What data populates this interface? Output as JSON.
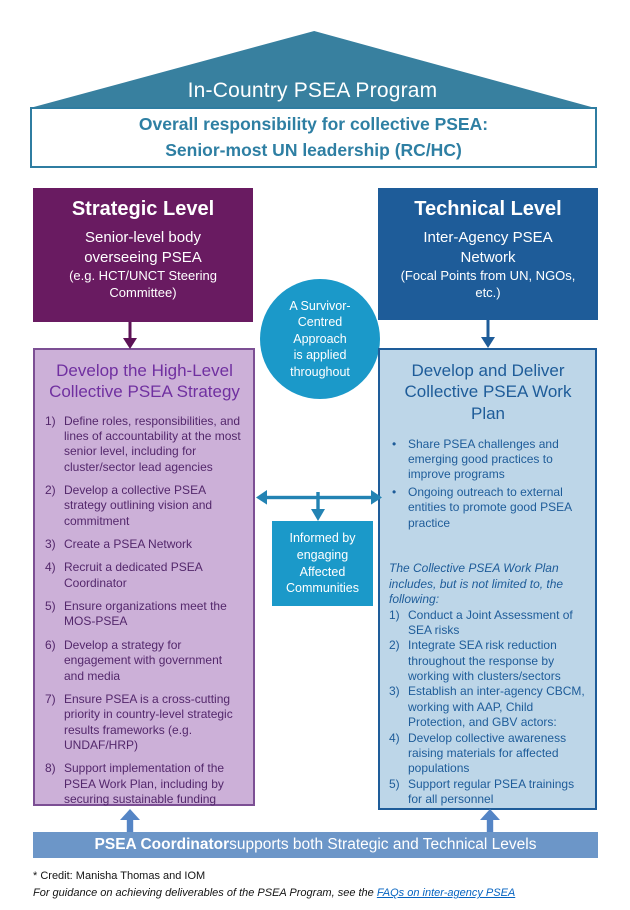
{
  "banner": {
    "title": "In-Country PSEA Program"
  },
  "responsibility_box": {
    "line1": "Overall responsibility for collective PSEA:",
    "line2": "Senior-most UN leadership (RC/HC)"
  },
  "strategic": {
    "title": "Strategic Level",
    "subtitle_lines": [
      "Senior-level body",
      "overseeing PSEA"
    ],
    "example_lines": [
      "(e.g. HCT/UNCT Steering",
      "Committee)"
    ]
  },
  "technical": {
    "title": "Technical Level",
    "subtitle_lines": [
      "Inter-Agency PSEA",
      "Network"
    ],
    "example_lines": [
      "(Focal Points from UN, NGOs,",
      "etc.)"
    ]
  },
  "survivor_circle": {
    "lines": [
      "A Survivor-",
      "Centred",
      "Approach",
      "is applied",
      "throughout"
    ]
  },
  "strategy_panel": {
    "title": "Develop the High-Level Collective PSEA Strategy",
    "items": [
      {
        "num": "1)",
        "text": "Define roles, responsibilities, and lines of accountability at the most senior level, including for cluster/sector lead agencies"
      },
      {
        "num": "2)",
        "text": "Develop a collective PSEA strategy outlining vision and commitment"
      },
      {
        "num": "3)",
        "text": "Create a PSEA Network"
      },
      {
        "num": "4)",
        "text": "Recruit a dedicated PSEA Coordinator"
      },
      {
        "num": "5)",
        "text": "Ensure organizations meet the MOS-PSEA"
      },
      {
        "num": "6)",
        "text": "Develop a strategy for engagement with government and media"
      },
      {
        "num": "7)",
        "text": "Ensure PSEA is a cross-cutting priority in country-level strategic results frameworks (e.g. UNDAF/HRP)"
      },
      {
        "num": "8)",
        "text": "Support implementation of the PSEA Work Plan, including by securing sustainable funding"
      }
    ]
  },
  "work_plan_panel": {
    "title": "Develop and Deliver Collective PSEA Work Plan",
    "bullet_char": "•",
    "bullets": [
      "Share PSEA challenges and emerging good practices to improve programs",
      "Ongoing outreach to external entities to promote good PSEA practice"
    ],
    "intro": "The Collective PSEA Work Plan includes, but is not limited to, the following:",
    "items": [
      {
        "num": "1)",
        "text": "Conduct a Joint Assessment of SEA risks"
      },
      {
        "num": "2)",
        "text": "Integrate SEA risk reduction throughout the response by working with clusters/sectors"
      },
      {
        "num": "3)",
        "text": "Establish an inter-agency CBCM, working with AAP, Child Protection, and GBV actors:"
      },
      {
        "num": "4)",
        "text": "Develop collective awareness raising materials for affected populations"
      },
      {
        "num": "5)",
        "text": "Support regular PSEA trainings for all personnel"
      }
    ]
  },
  "communities_box": {
    "lines": [
      "Informed by",
      "engaging",
      "Affected",
      "Communities"
    ]
  },
  "bottom_bar": {
    "bold": "PSEA Coordinator",
    "rest": " supports both Strategic and Technical Levels"
  },
  "footer": {
    "credit": "* Credit: Manisha Thomas and IOM",
    "guidance_prefix": "For guidance on achieving deliverables of the PSEA Program, see the ",
    "link_text": "FAQs on inter-agency PSEA"
  },
  "colors": {
    "roof_teal": "#38809f",
    "teal_text": "#2e7fa3",
    "strategic_purple": "#691b61",
    "light_purple": "#ccb0d8",
    "purple_text": "#7030a0",
    "technical_blue": "#1e5c99",
    "light_blue": "#bdd6e8",
    "cyan": "#1b99c9",
    "bar_blue": "#6c96c8",
    "link_blue": "#0563c1"
  }
}
